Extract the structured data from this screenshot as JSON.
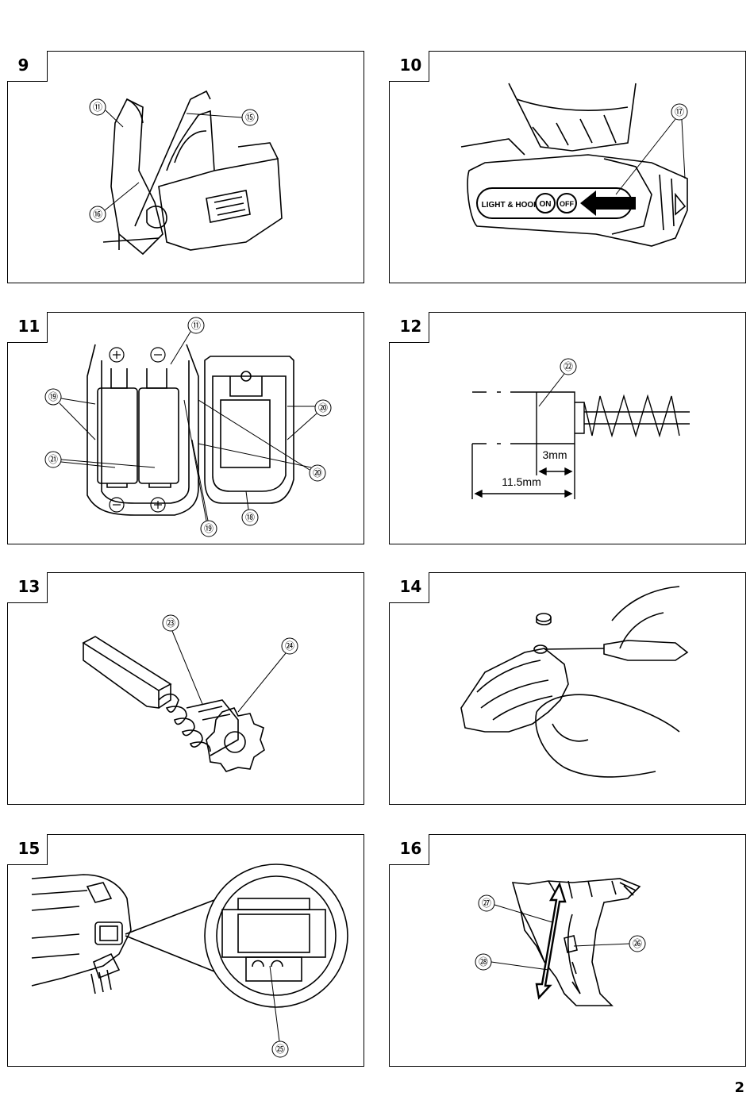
{
  "figures": [
    {
      "number": "9",
      "callouts": [
        "⑪",
        "⑮",
        "⑯"
      ]
    },
    {
      "number": "10",
      "callouts": [
        "⑰"
      ],
      "labels": {
        "light_hook": "LIGHT & HOOK",
        "on": "ON",
        "off": "OFF"
      }
    },
    {
      "number": "11",
      "callouts": [
        "⑪",
        "⑲",
        "⑳",
        "㉑",
        "⑳",
        "⑲",
        "⑱"
      ]
    },
    {
      "number": "12",
      "callouts": [
        "㉒"
      ],
      "dimensions": {
        "short": "3mm",
        "long": "11.5mm"
      }
    },
    {
      "number": "13",
      "callouts": [
        "㉓",
        "㉔"
      ]
    },
    {
      "number": "14",
      "callouts": []
    },
    {
      "number": "15",
      "callouts": [
        "㉕"
      ]
    },
    {
      "number": "16",
      "callouts": [
        "㉗",
        "㉖",
        "㉘"
      ]
    }
  ],
  "page_number": "2"
}
